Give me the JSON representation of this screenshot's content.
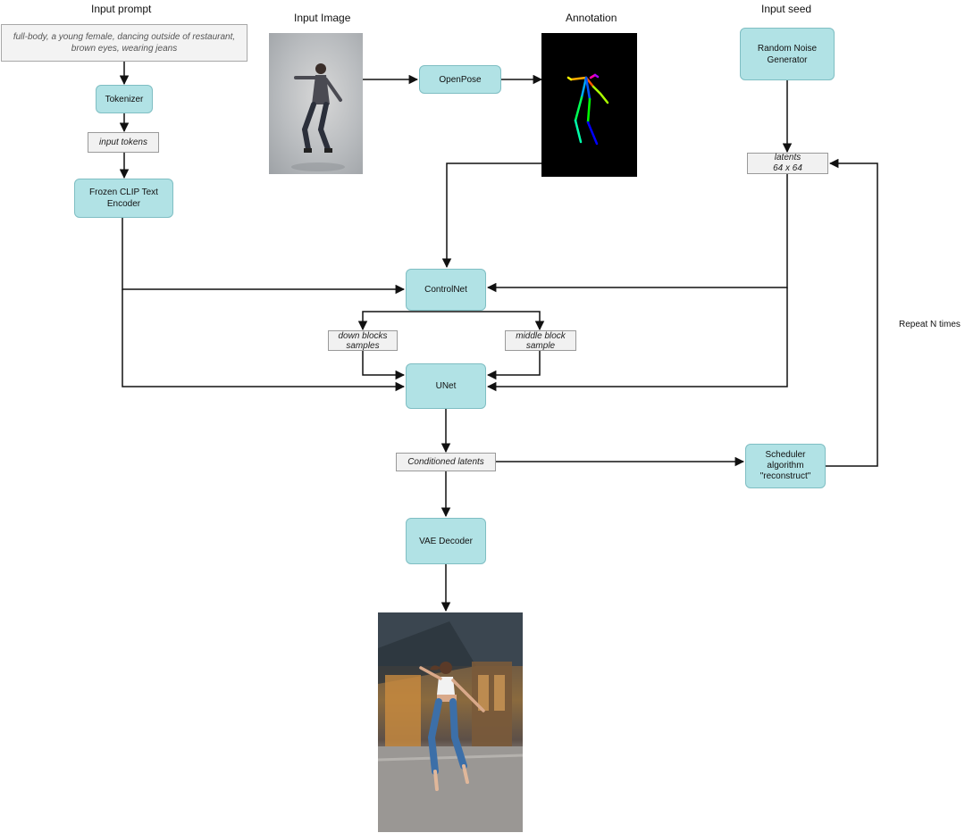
{
  "titles": {
    "input_prompt": "Input prompt",
    "input_image": "Input Image",
    "annotation": "Annotation",
    "input_seed": "Input seed"
  },
  "prompt_text": "full-body, a young female, dancing outside of restaurant, brown eyes, wearing jeans",
  "nodes": {
    "tokenizer": "Tokenizer",
    "input_tokens": "input tokens",
    "clip_encoder": "Frozen CLIP Text Encoder",
    "openpose": "OpenPose",
    "noise_generator": "Random Noise Generator",
    "latents": "latents",
    "latents_size": "64 x 64",
    "controlnet": "ControlNet",
    "down_blocks": "down blocks samples",
    "middle_block": "middle block sample",
    "unet": "UNet",
    "conditioned_latents": "Conditioned latents",
    "scheduler_line1": "Scheduler",
    "scheduler_line2": "algorithm",
    "scheduler_line3": "\"reconstruct\"",
    "vae_decoder": "VAE Decoder"
  },
  "repeat_label": "Repeat N times",
  "colors": {
    "node_fill": "#b1e2e5",
    "node_border": "#7fbec3",
    "pose_background": "#000000"
  }
}
